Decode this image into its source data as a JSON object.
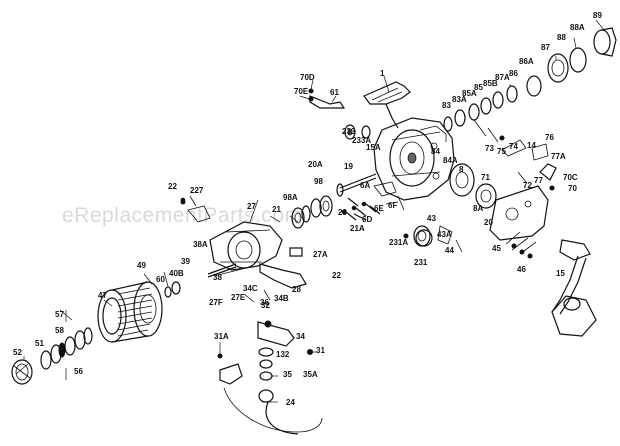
{
  "watermark": "eReplacementParts.com",
  "labels": {
    "l1": "1",
    "l14": "14",
    "l15": "15",
    "l15A": "15A",
    "l19": "19",
    "l20": "20",
    "l20A": "20A",
    "l21": "21",
    "l21A": "21A",
    "l22a": "22",
    "l22b": "22",
    "l24": "24",
    "l27": "27",
    "l27A": "27A",
    "l27E": "27E",
    "l27F": "27F",
    "l28": "28",
    "l29": "29",
    "l31": "31",
    "l31A": "31A",
    "l32": "32",
    "l34": "34",
    "l34B": "34B",
    "l34C": "34C",
    "l35": "35",
    "l35A": "35A",
    "l36": "36",
    "l38": "38",
    "l38A": "38A",
    "l39": "39",
    "l40B": "40B",
    "l43": "43",
    "l43A": "43A",
    "l44": "44",
    "l45": "45",
    "l46": "46",
    "l47": "47",
    "l49": "49",
    "l51": "51",
    "l52": "52",
    "l56": "56",
    "l57": "57",
    "l58": "58",
    "l60": "60",
    "l61": "61",
    "l6A": "6A",
    "l6D": "6D",
    "l6E": "6E",
    "l6F": "6F",
    "l70": "70",
    "l70C": "70C",
    "l70D": "70D",
    "l70E": "70E",
    "l71": "71",
    "l72": "72",
    "l73": "73",
    "l74": "74",
    "l75": "75",
    "l76": "76",
    "l77": "77",
    "l77A": "77A",
    "l8": "8",
    "l83": "83",
    "l83A": "83A",
    "l84": "84",
    "l84A": "84A",
    "l85": "85",
    "l85A": "85A",
    "l85B": "85B",
    "l86": "86",
    "l86A": "86A",
    "l87": "87",
    "l87A": "87A",
    "l88": "88",
    "l88A": "88A",
    "l89": "89",
    "l8A": "8A",
    "l98": "98",
    "l98A": "98A",
    "l132": "132",
    "l227": "227",
    "l231": "231",
    "l231A": "231A",
    "l233": "233",
    "l233A": "233A"
  }
}
